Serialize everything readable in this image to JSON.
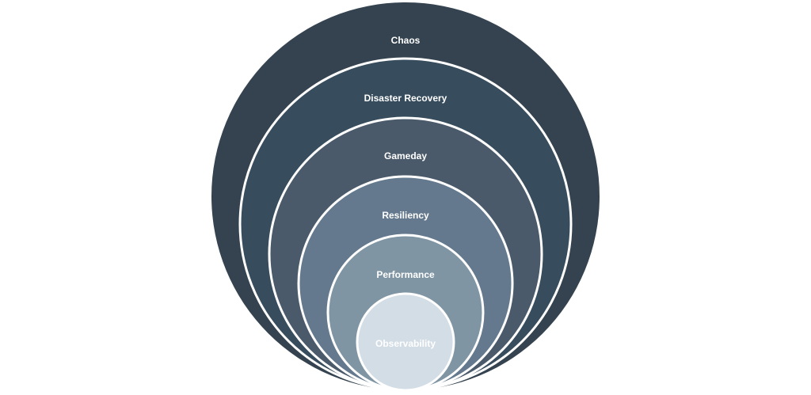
{
  "diagram": {
    "layers": [
      {
        "label": "Chaos",
        "color": "#34434f"
      },
      {
        "label": "Disaster Recovery",
        "color": "#374c5d"
      },
      {
        "label": "Gameday",
        "color": "#4a5a6a"
      },
      {
        "label": "Resiliency",
        "color": "#64798d"
      },
      {
        "label": "Performance",
        "color": "#7f95a3"
      },
      {
        "label": "Observability",
        "color": "#d3dde6"
      }
    ],
    "ring_stroke_color": "#ffffff"
  }
}
